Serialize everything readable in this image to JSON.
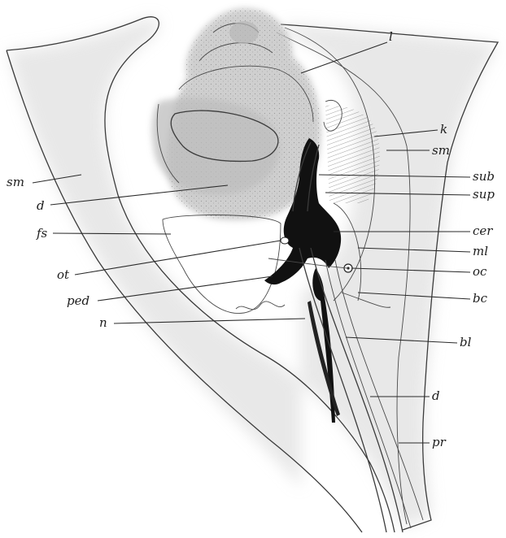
{
  "figure": {
    "labels": {
      "l": "l",
      "k": "k",
      "sm_right": "sm",
      "sm_left": "sm",
      "sub": "sub",
      "sup": "sup",
      "d_upper": "d",
      "cer": "cer",
      "fs": "fs",
      "ml": "ml",
      "ot": "ot",
      "oc": "oc",
      "ped": "ped",
      "bc": "bc",
      "n": "n",
      "bl": "bl",
      "d_lower": "d",
      "pr": "pr"
    }
  }
}
